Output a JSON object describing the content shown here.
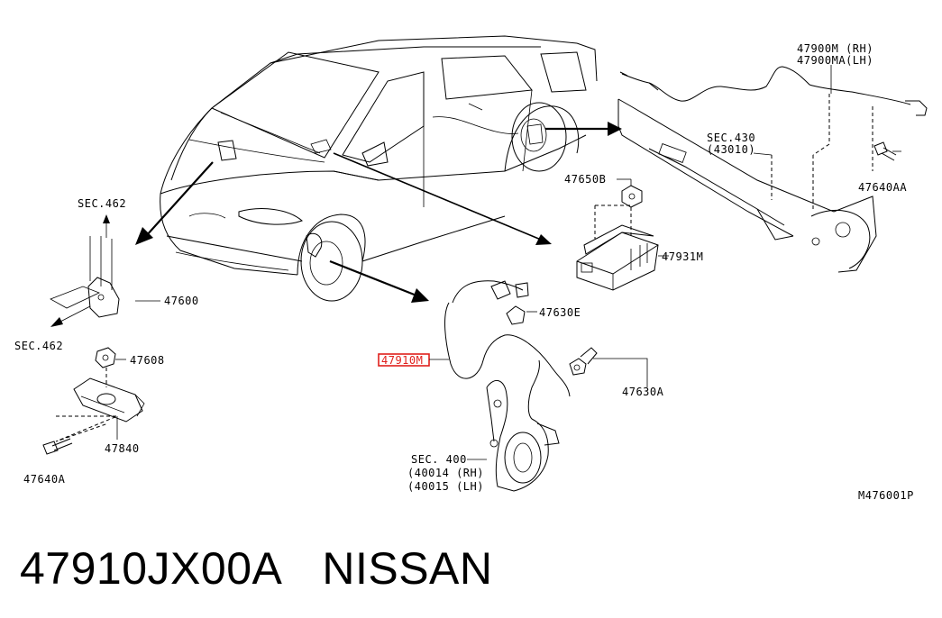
{
  "labels": {
    "sec462_top": "SEC.462",
    "sec462_bottom": "SEC.462",
    "p47600": "47600",
    "p47608": "47608",
    "p47840": "47840",
    "p47640a": "47640A",
    "p47650b": "47650B",
    "p47931m": "47931M",
    "p47630e": "47630E",
    "p47910m": "47910M",
    "p47630a": "47630A",
    "sec400": "SEC. 400",
    "sec400_rh": "(40014 (RH)",
    "sec400_lh": "(40015 (LH)",
    "sec430": "SEC.430",
    "sec430_sub": "(43010)",
    "p47900m": "47900M (RH)",
    "p47900ma": "47900MA(LH)",
    "p47640aa": "47640AA",
    "figure_code": "M476001P"
  },
  "highlight_color": "#e0201c",
  "footer": {
    "part_number": "47910JX00A",
    "brand": "NISSAN"
  }
}
